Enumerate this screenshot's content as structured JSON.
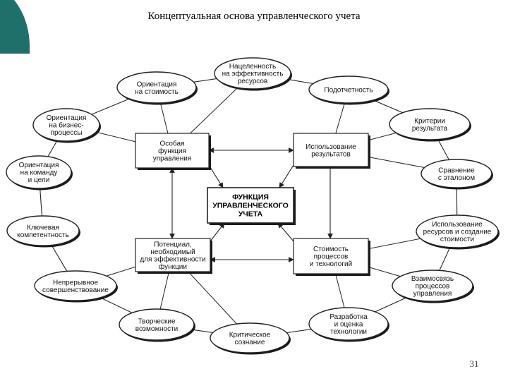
{
  "title": "Концептуальная основа управленческого учета",
  "page_number": "31",
  "colors": {
    "accent": "#1f6f6a",
    "line": "#222222"
  },
  "center": {
    "lines": [
      "ФУНКЦИЯ",
      "УПРАВЛЕНЧЕСКОГО",
      "УЧЕТА"
    ]
  },
  "boxes": [
    {
      "id": "special-function",
      "lines": [
        "Особая",
        "функция",
        "управления"
      ]
    },
    {
      "id": "results-usage",
      "lines": [
        "Использование",
        "результатов"
      ]
    },
    {
      "id": "potential",
      "lines": [
        "Потенциал,",
        "необходимый",
        "для эффективности",
        "функции"
      ]
    },
    {
      "id": "process-cost",
      "lines": [
        "Стоимость",
        "процессов",
        "и технологий"
      ]
    }
  ],
  "ellipses": [
    {
      "id": "cost-orientation",
      "lines": [
        "Ориентация",
        "на стоимость"
      ]
    },
    {
      "id": "efficiency-orientation",
      "lines": [
        "Нацеленность",
        "на эффективность",
        "ресурсов"
      ]
    },
    {
      "id": "accountability",
      "lines": [
        "Подотчетность"
      ]
    },
    {
      "id": "business-process-orientation",
      "lines": [
        "Ориентация",
        "на бизнес-",
        "процессы"
      ]
    },
    {
      "id": "result-criteria",
      "lines": [
        "Критерии",
        "результата"
      ]
    },
    {
      "id": "team-orientation",
      "lines": [
        "Ориентация",
        "на команду",
        "и цели"
      ]
    },
    {
      "id": "benchmark-comparison",
      "lines": [
        "Сравнение",
        "с эталоном"
      ]
    },
    {
      "id": "key-competence",
      "lines": [
        "Ключевая",
        "компетентность"
      ]
    },
    {
      "id": "resource-usage",
      "lines": [
        "Использование",
        "ресурсов и создание",
        "стоимости"
      ]
    },
    {
      "id": "continuous-improvement",
      "lines": [
        "Непрерывное",
        "совершенствование"
      ]
    },
    {
      "id": "process-interrelation",
      "lines": [
        "Взаимосвязь",
        "процессов",
        "управления"
      ]
    },
    {
      "id": "creative-abilities",
      "lines": [
        "Творческие",
        "возможности"
      ]
    },
    {
      "id": "critical-awareness",
      "lines": [
        "Критическое",
        "сознание"
      ]
    },
    {
      "id": "technology-development",
      "lines": [
        "Разработка",
        "и оценка",
        "технологии"
      ]
    }
  ]
}
